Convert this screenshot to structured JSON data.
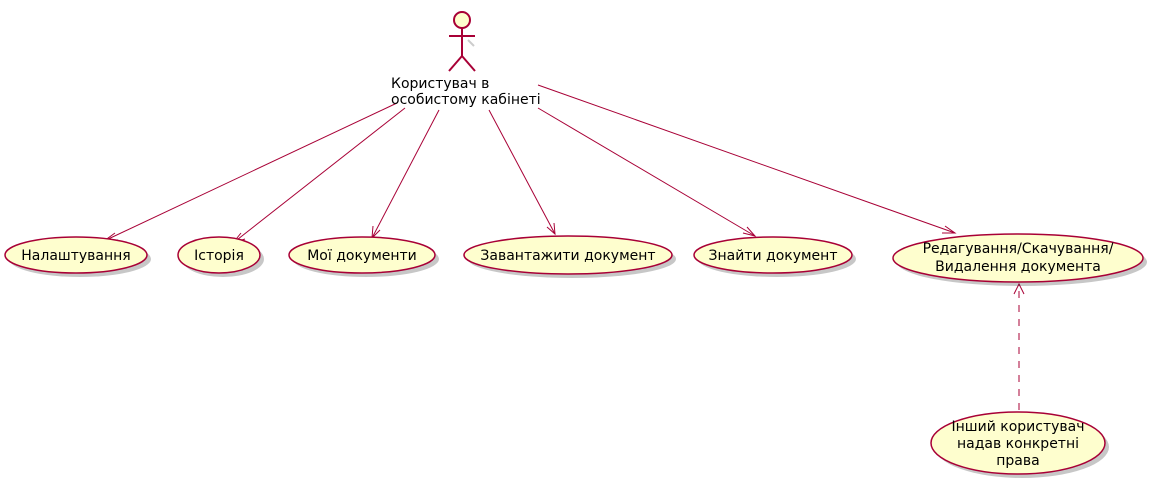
{
  "diagram": {
    "type": "use-case",
    "colors": {
      "line": "#A80036",
      "fill": "#FEFECE"
    },
    "actor": {
      "icon": "stick-figure-icon",
      "label_lines": [
        "Користувач в",
        "особистому кабінеті"
      ]
    },
    "use_cases": [
      {
        "id": "settings",
        "lines": [
          "Налаштування"
        ]
      },
      {
        "id": "history",
        "lines": [
          "Історія"
        ]
      },
      {
        "id": "my-docs",
        "lines": [
          "Мої документи"
        ]
      },
      {
        "id": "upload",
        "lines": [
          "Завантажити документ"
        ]
      },
      {
        "id": "find",
        "lines": [
          "Знайти документ"
        ]
      },
      {
        "id": "edit",
        "lines": [
          "Редагування/Скачування/",
          "Видалення документа"
        ]
      },
      {
        "id": "other-user",
        "lines": [
          "Інший користувач",
          "надав конкретні",
          "права"
        ]
      }
    ],
    "relations": [
      {
        "from": "actor",
        "to": "settings",
        "style": "solid"
      },
      {
        "from": "actor",
        "to": "history",
        "style": "solid"
      },
      {
        "from": "actor",
        "to": "my-docs",
        "style": "solid"
      },
      {
        "from": "actor",
        "to": "upload",
        "style": "solid"
      },
      {
        "from": "actor",
        "to": "find",
        "style": "solid"
      },
      {
        "from": "actor",
        "to": "edit",
        "style": "solid"
      },
      {
        "from": "other-user",
        "to": "edit",
        "style": "dashed"
      }
    ]
  }
}
